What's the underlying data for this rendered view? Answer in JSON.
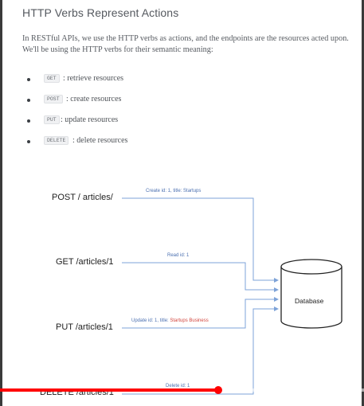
{
  "page": {
    "title": "HTTP Verbs Represent Actions",
    "paragraph": [
      "In RESTful APIs, we use the HTTP verbs as actions, and the endpoints are the resources acted upon.",
      "We'll be using the HTTP verbs for their semantic meaning:"
    ],
    "verbs": [
      {
        "code": "GET",
        "description": ": retrieve resources"
      },
      {
        "code": "POST",
        "description": ": create resources"
      },
      {
        "code": "PUT",
        "description": ": update resources"
      },
      {
        "code": "DELETE",
        "description": ": delete resources"
      }
    ]
  },
  "diagram": {
    "requests": [
      {
        "label": "POST / articles/",
        "arrow_label": "Create id: 1, title: Startups",
        "arrow_highlight": ""
      },
      {
        "label": "GET /articles/1",
        "arrow_label": "Read id: 1",
        "arrow_highlight": ""
      },
      {
        "label": "PUT /articles/1",
        "arrow_label": "Update id: 1, title: ",
        "arrow_highlight": "Startups Business"
      },
      {
        "label": "DELETE /articles/1",
        "arrow_label": "Delete id: 1",
        "arrow_highlight": ""
      }
    ],
    "database_label": "Database",
    "arrow_color": "#7ea3d8"
  },
  "player": {
    "progress_fraction": 0.6,
    "progress_color": "#ff0000"
  }
}
